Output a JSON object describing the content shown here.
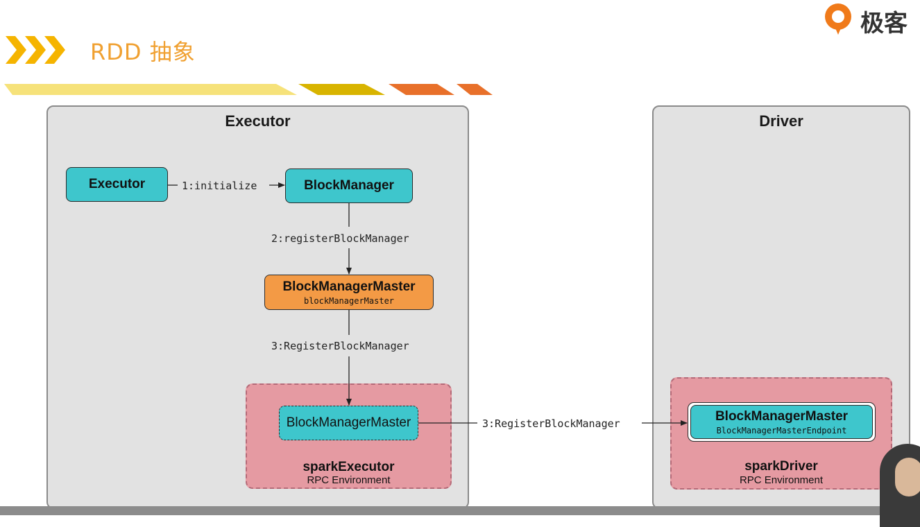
{
  "header": {
    "title": "RDD 抽象",
    "brand": "极客",
    "chevron_color": "#f5b400",
    "stripe_colors": [
      "#f6e27a",
      "#d8b400",
      "#e8702a"
    ]
  },
  "executor_container": {
    "title": "Executor",
    "nodes": {
      "executor": {
        "title": "Executor"
      },
      "block_manager": {
        "title": "BlockManager"
      },
      "block_manager_master": {
        "title": "BlockManagerMaster",
        "subtitle": "blockManagerMaster"
      },
      "rpc_block_manager_master": {
        "title": "BlockManagerMaster"
      }
    },
    "edges": {
      "initialize": "1:initialize",
      "register_block_manager": "2:registerBlockManager",
      "register_block_manager_rpc": "3:RegisterBlockManager"
    },
    "rpc_env": {
      "name": "sparkExecutor",
      "subtitle": "RPC Environment"
    }
  },
  "driver_container": {
    "title": "Driver",
    "nodes": {
      "endpoint": {
        "title": "BlockManagerMaster",
        "subtitle": "BlockManagerMasterEndpoint"
      }
    },
    "rpc_env": {
      "name": "sparkDriver",
      "subtitle": "RPC Environment"
    }
  },
  "cross_edge": {
    "label": "3:RegisterBlockManager"
  },
  "colors": {
    "teal": "#3ec6cc",
    "orange": "#f39a45",
    "rpc_pink": "#e59aa2",
    "container_gray": "#e2e2e2"
  }
}
